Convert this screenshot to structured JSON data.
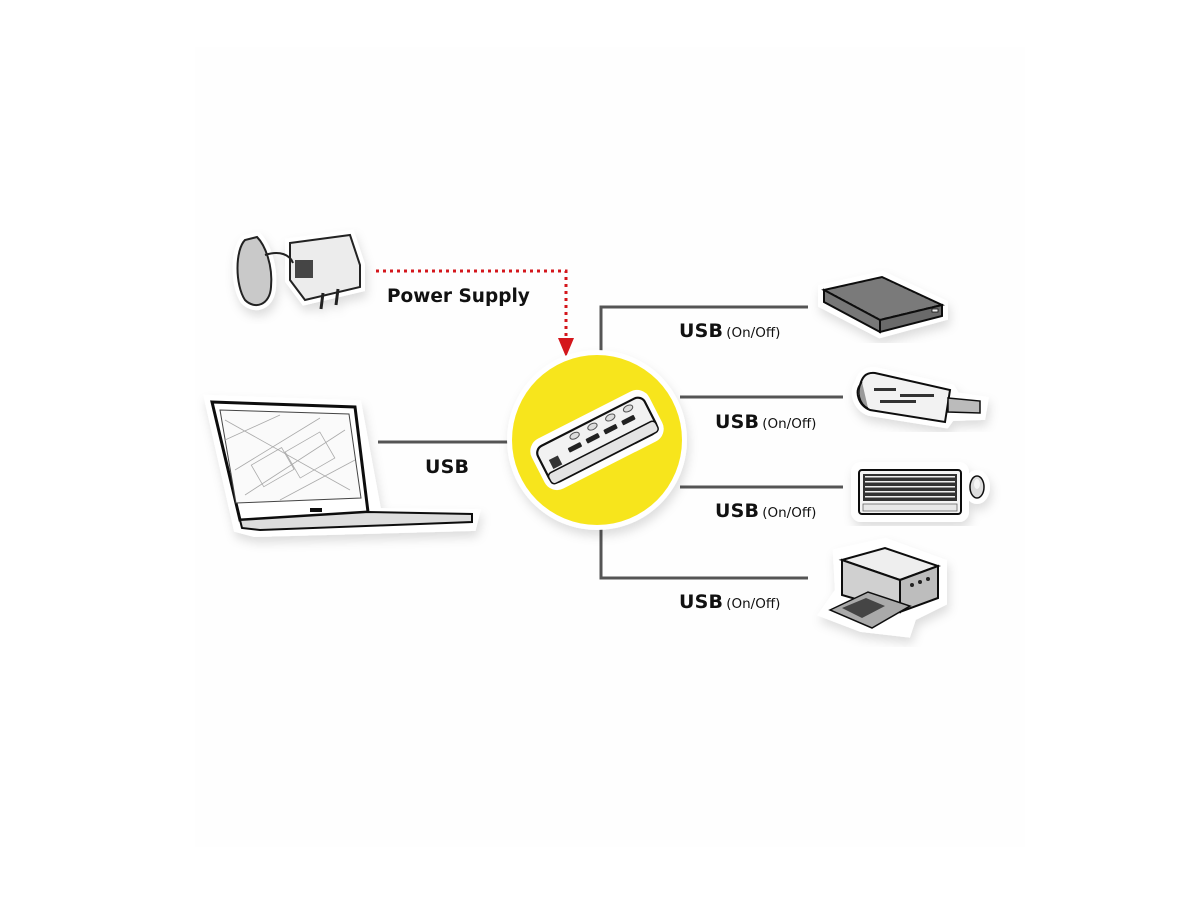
{
  "diagram": {
    "title": "USB hub connection diagram",
    "hub": {
      "name": "USB hub with individual on/off switches",
      "ports": 4,
      "circle_color": "#f7e51e"
    },
    "power": {
      "label": "Power Supply",
      "line_style": "dotted",
      "line_color": "#d4161c"
    },
    "host": {
      "device": "laptop",
      "label": "USB"
    },
    "devices": [
      {
        "device": "external hard drive",
        "label": "USB",
        "sub": "(On/Off)"
      },
      {
        "device": "card reader",
        "label": "USB",
        "sub": "(On/Off)"
      },
      {
        "device": "keyboard and mouse",
        "label": "USB",
        "sub": "(On/Off)"
      },
      {
        "device": "printer",
        "label": "USB",
        "sub": "(On/Off)"
      }
    ],
    "line_color": "#555555"
  }
}
